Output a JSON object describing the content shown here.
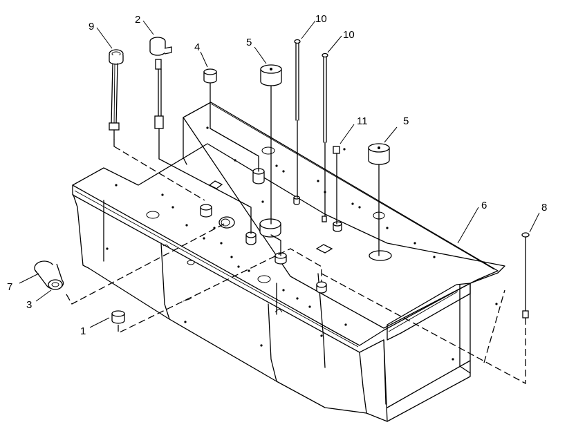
{
  "callouts": [
    {
      "id": "c9",
      "label": "9"
    },
    {
      "id": "c2",
      "label": "2"
    },
    {
      "id": "c4",
      "label": "4"
    },
    {
      "id": "c5a",
      "label": "5"
    },
    {
      "id": "c10a",
      "label": "10"
    },
    {
      "id": "c10b",
      "label": "10"
    },
    {
      "id": "c11",
      "label": "11"
    },
    {
      "id": "c5b",
      "label": "5"
    },
    {
      "id": "c6",
      "label": "6"
    },
    {
      "id": "c8",
      "label": "8"
    },
    {
      "id": "c7",
      "label": "7"
    },
    {
      "id": "c3",
      "label": "3"
    },
    {
      "id": "c1",
      "label": "1"
    }
  ]
}
